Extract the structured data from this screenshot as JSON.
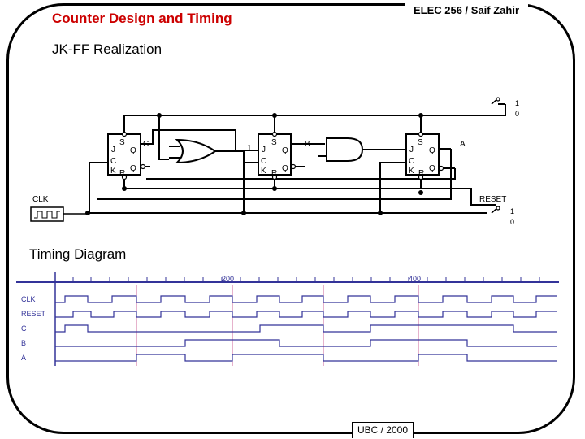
{
  "header": {
    "course": "ELEC 256 / Saif Zahir",
    "title": "Counter Design and Timing"
  },
  "sections": {
    "circuit": "JK-FF Realization",
    "timing": "Timing Diagram"
  },
  "circuit": {
    "flipflops": [
      {
        "j": "J",
        "s": "S",
        "q": "Q",
        "c": "C",
        "k": "K",
        "r": "R",
        "qn": "Q",
        "output": "C"
      },
      {
        "j": "J",
        "s": "S",
        "q": "Q",
        "c": "C",
        "k": "K",
        "r": "R",
        "qn": "Q",
        "output": "B"
      },
      {
        "j": "J",
        "s": "S",
        "q": "Q",
        "c": "C",
        "k": "K",
        "r": "R",
        "qn": "Q",
        "output": "A"
      }
    ],
    "constant_one": "1",
    "clk_label": "CLK",
    "reset_label": "RESET",
    "switch_top": {
      "one": "1",
      "zero": "0"
    },
    "switch_bottom": {
      "one": "1",
      "zero": "0"
    }
  },
  "timing": {
    "signals": [
      "CLK",
      "RESET",
      "C",
      "B",
      "A"
    ],
    "ticks": [
      "200",
      "400"
    ],
    "colors": {
      "trace": "#333399",
      "axis": "#333399",
      "grid": "#cc6699"
    }
  },
  "footer": "UBC / 2000"
}
